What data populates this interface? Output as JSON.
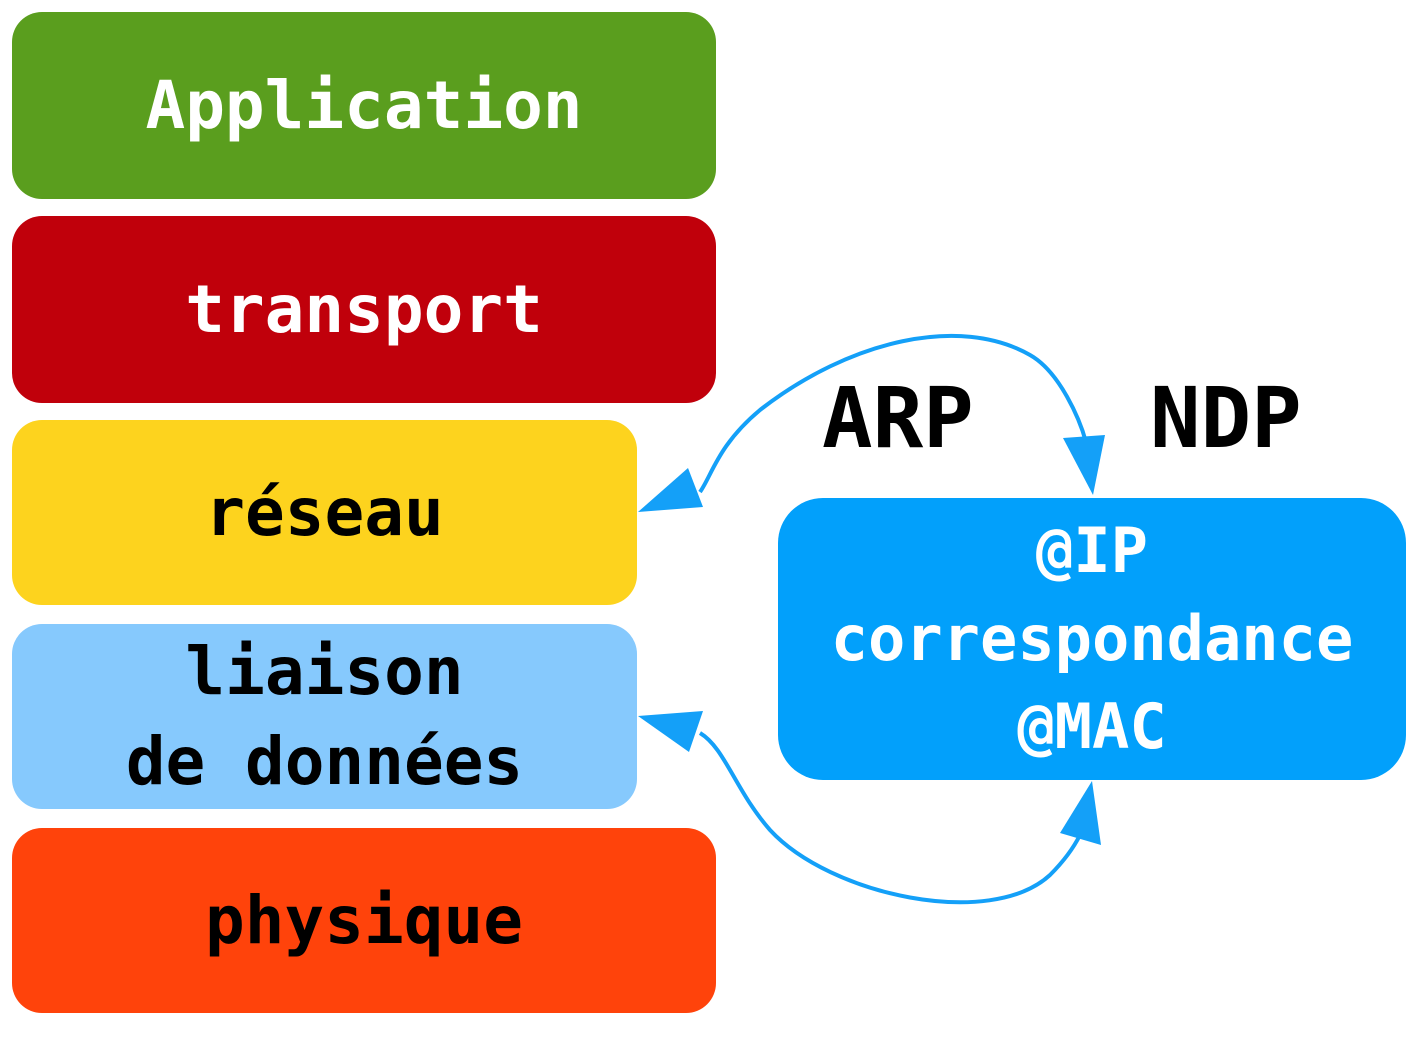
{
  "layers": [
    {
      "label_lines": [
        "Application"
      ],
      "color": "#5a9e1e",
      "text_color": "#ffffff"
    },
    {
      "label_lines": [
        "transport"
      ],
      "color": "#c0000b",
      "text_color": "#ffffff"
    },
    {
      "label_lines": [
        "réseau"
      ],
      "color": "#fdd31e",
      "text_color": "#000000"
    },
    {
      "label_lines": [
        "liaison",
        "de données"
      ],
      "color": "#86c9fd",
      "text_color": "#000000"
    },
    {
      "label_lines": [
        "physique"
      ],
      "color": "#ff430b",
      "text_color": "#000000"
    }
  ],
  "mapping_box": {
    "lines": [
      "@IP",
      "correspondance",
      "@MAC"
    ],
    "color": "#02a0fb",
    "text_color": "#ffffff"
  },
  "protocols": {
    "arp": "ARP",
    "ndp": "NDP"
  },
  "arrow_color": "#14a0f8"
}
